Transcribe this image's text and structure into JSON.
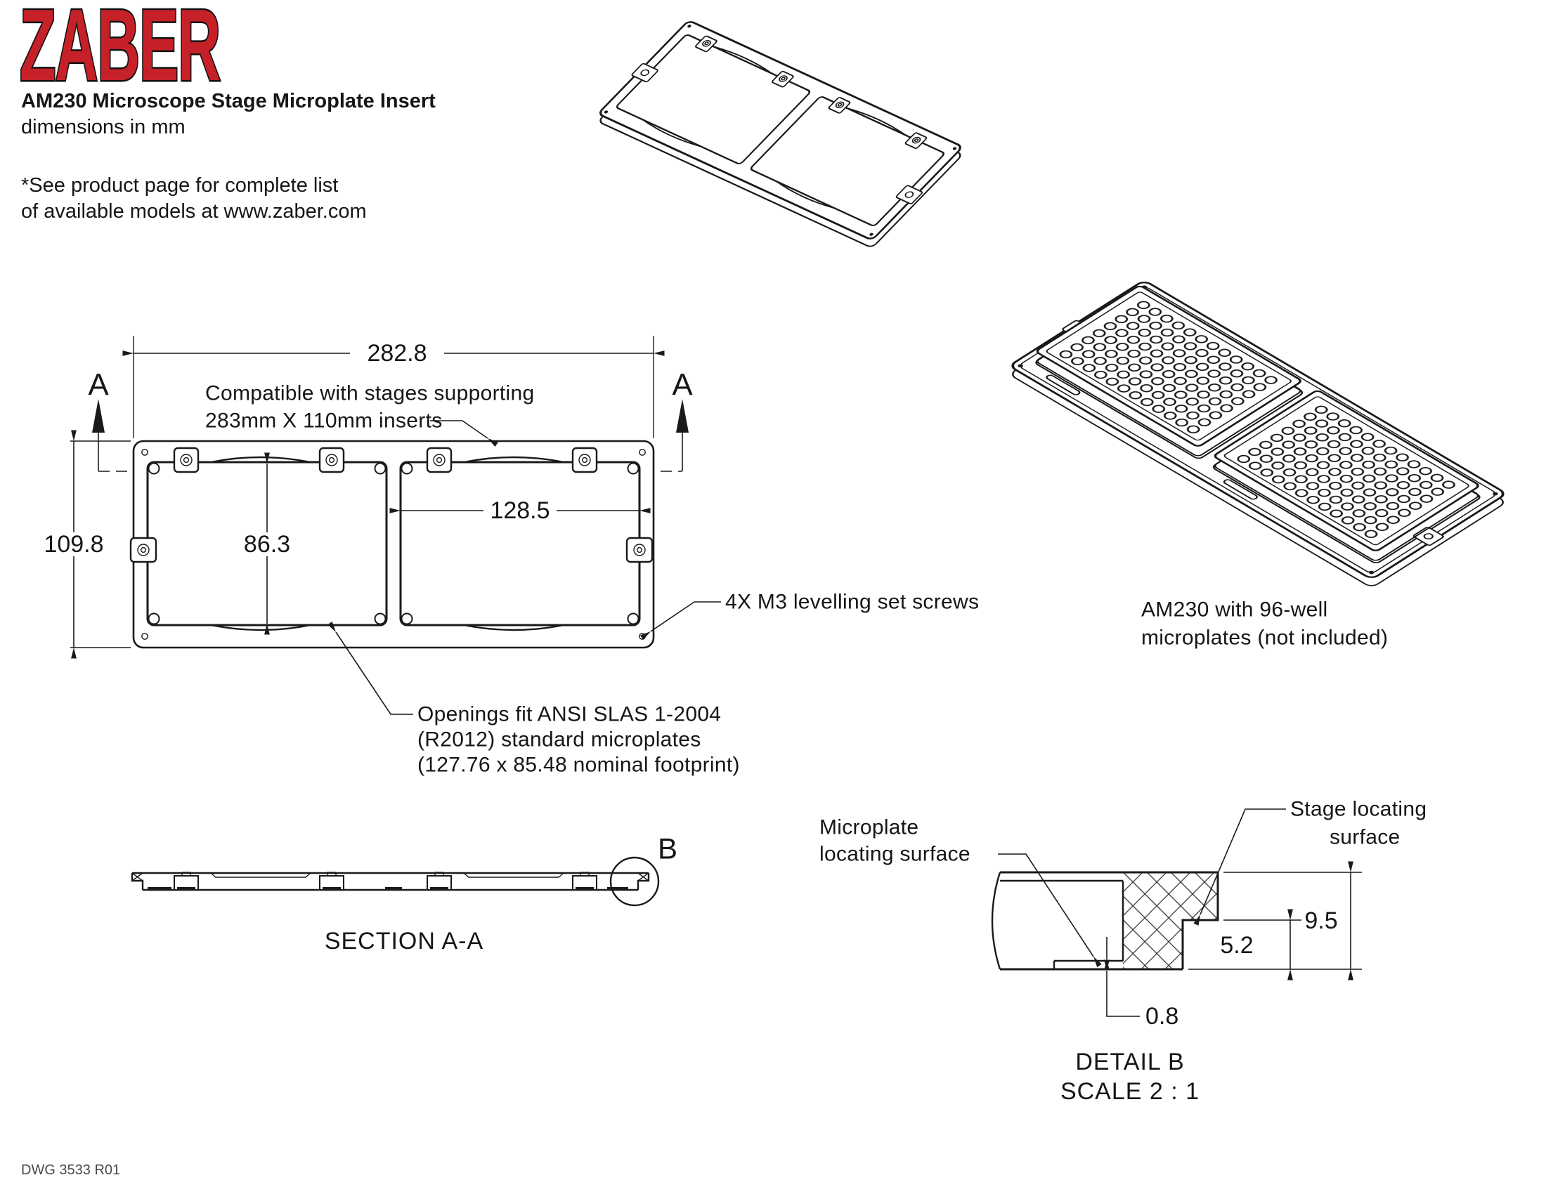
{
  "colors": {
    "ink": "#1a1a1a",
    "logo_red": "#C62128",
    "background": "#ffffff"
  },
  "header": {
    "brand": "ZABER",
    "title": "AM230 Microscope Stage Microplate Insert",
    "units_note": "dimensions in mm",
    "note_line1": "*See product page for complete list",
    "note_line2": "of available models at www.zaber.com"
  },
  "plan_view": {
    "dim_overall_width": "282.8",
    "dim_overall_height": "109.8",
    "dim_opening_height": "86.3",
    "dim_opening_width": "128.5",
    "section_letter_left": "A",
    "section_letter_right": "A",
    "callout_stage_line1": "Compatible with stages supporting",
    "callout_stage_line2": "283mm X 110mm inserts",
    "callout_screws": "4X M3 levelling set screws",
    "callout_openings_line1": "Openings fit ANSI SLAS 1-2004",
    "callout_openings_line2": "(R2012) standard microplates",
    "callout_openings_line3": "(127.76 x 85.48 nominal footprint)"
  },
  "section_view": {
    "label": "SECTION A-A",
    "detail_letter": "B"
  },
  "detail_view": {
    "label": "DETAIL B",
    "scale": "SCALE 2 : 1",
    "callout_microplate_line1": "Microplate",
    "callout_microplate_line2": "locating surface",
    "callout_stage_line1": "Stage locating",
    "callout_stage_line2": "surface",
    "dim_total_height": "9.5",
    "dim_step_height": "5.2",
    "dim_lip_thickness": "0.8"
  },
  "iso_view": {
    "caption_line1": "AM230 with 96-well",
    "caption_line2": "microplates (not included)"
  },
  "footer": {
    "dwg_number": "DWG 3533 R01"
  }
}
